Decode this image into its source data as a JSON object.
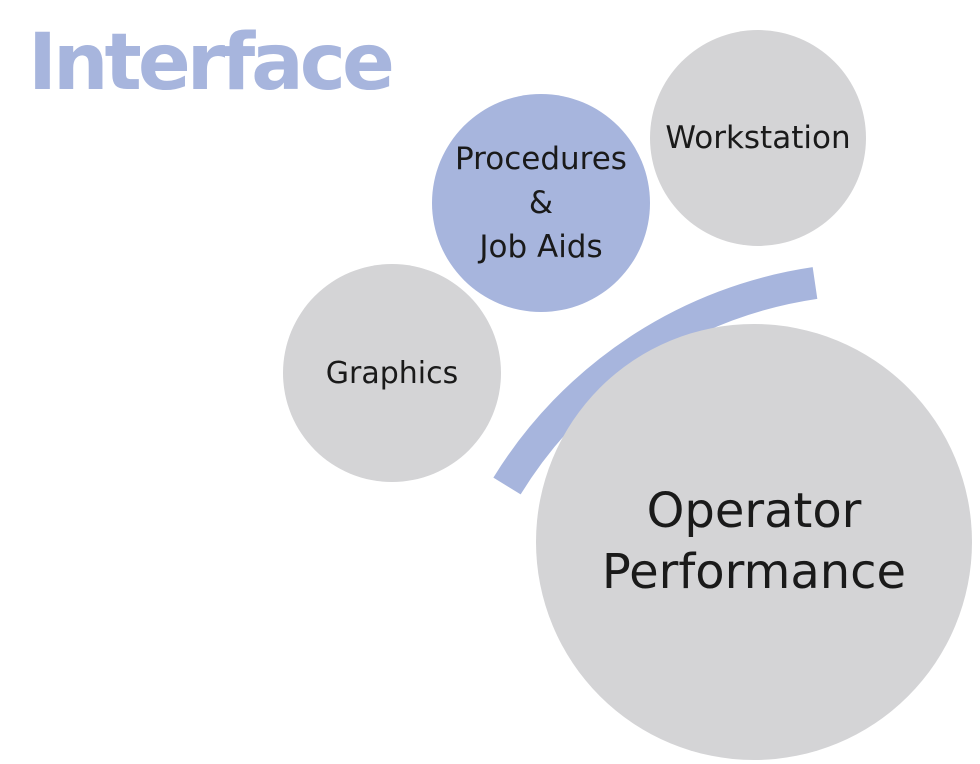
{
  "title": "Interface",
  "nodes": {
    "workstation": {
      "lines": [
        "Workstation"
      ]
    },
    "procedures": {
      "lines": [
        "Procedures",
        "&",
        "Job Aids"
      ]
    },
    "graphics": {
      "lines": [
        "Graphics"
      ]
    },
    "operator": {
      "lines": [
        "Operator",
        "Performance"
      ]
    }
  },
  "colors": {
    "accent": "#a7b5dd",
    "grey": "#d4d4d6",
    "text": "#1a1a1a"
  }
}
